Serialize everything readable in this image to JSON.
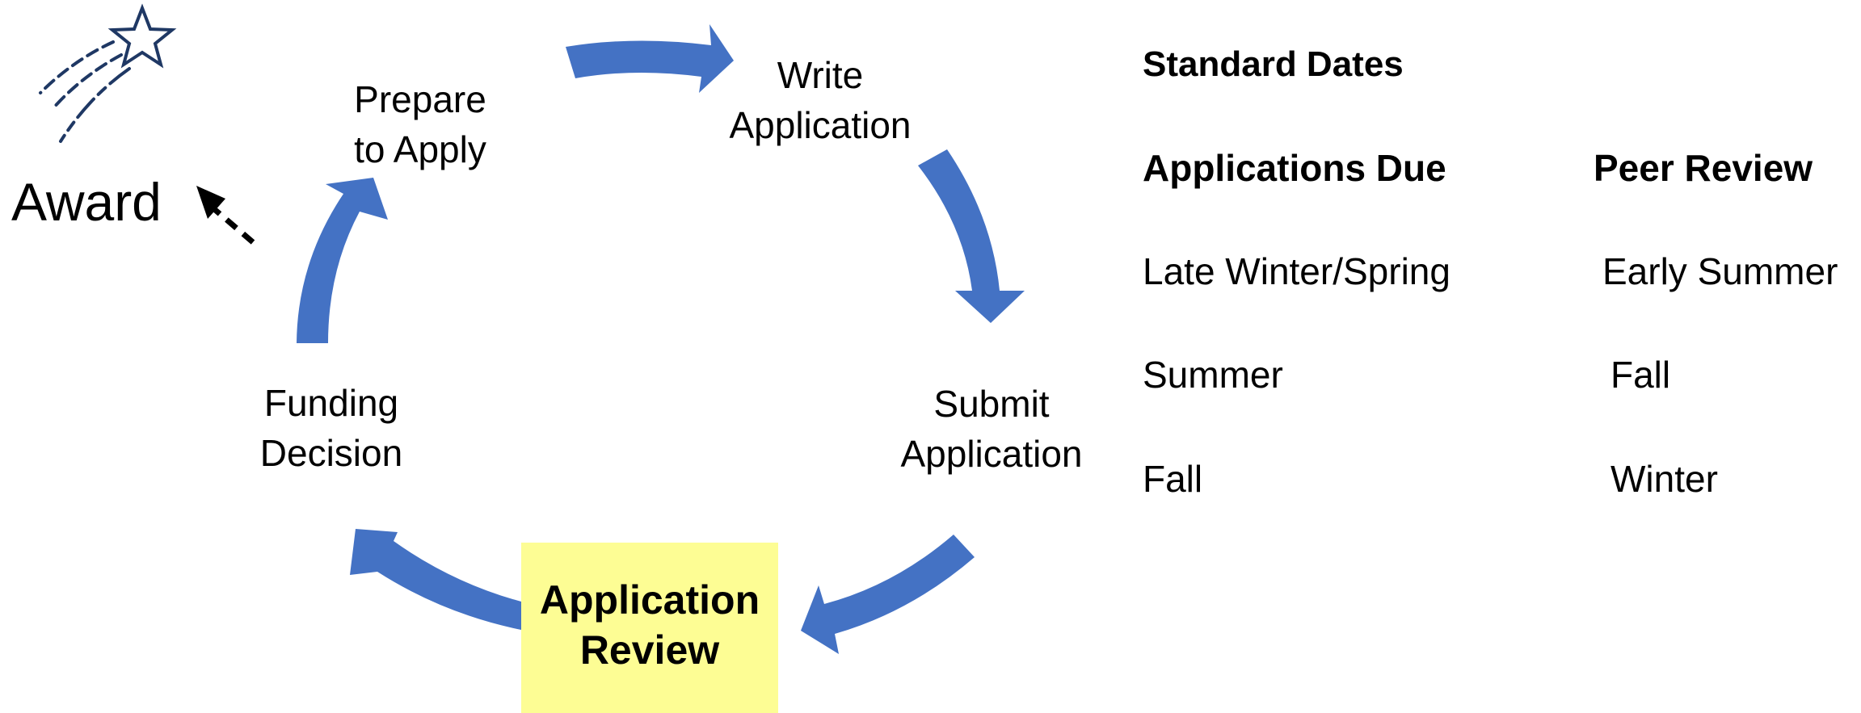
{
  "diagram": {
    "steps": {
      "prepare": [
        "Prepare",
        "to Apply"
      ],
      "write": [
        "Write",
        "Application"
      ],
      "submit": [
        "Submit",
        "Application"
      ],
      "review": [
        "Application",
        "Review"
      ],
      "decision": [
        "Funding",
        "Decision"
      ]
    },
    "award_label": "Award",
    "arrow_color": "#4472c4",
    "highlight_color": "#fdfd94",
    "star_color": "#1f3864"
  },
  "dates_table": {
    "title": "Standard Dates",
    "headers": [
      "Applications Due",
      "Peer Review"
    ],
    "rows": [
      [
        "Late Winter/Spring",
        "Early Summer"
      ],
      [
        "Summer",
        "Fall"
      ],
      [
        "Fall",
        "Winter"
      ]
    ]
  }
}
